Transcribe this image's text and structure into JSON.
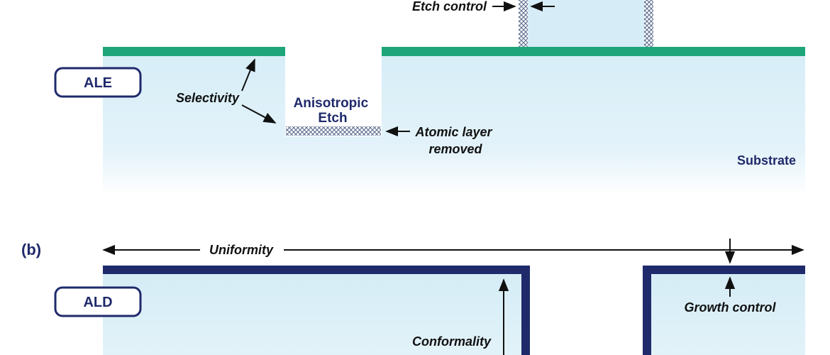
{
  "panel_b_label": "(b)",
  "ale": {
    "badge": "ALE",
    "etch_control": "Etch control",
    "selectivity": "Selectivity",
    "anisotropic_line1": "Anisotropic",
    "anisotropic_line2": "Etch",
    "atomic_line1": "Atomic layer",
    "atomic_line2": "removed",
    "substrate": "Substrate"
  },
  "ald": {
    "badge": "ALD",
    "uniformity": "Uniformity",
    "growth_control": "Growth control",
    "conformality": "Conformality"
  },
  "colors": {
    "substrate_fill": "#d6edf7",
    "mask_green": "#1fa57a",
    "film_navy": "#1f2a6b",
    "badge_border": "#1f2a6b",
    "hatch": "#5b6c8f"
  }
}
